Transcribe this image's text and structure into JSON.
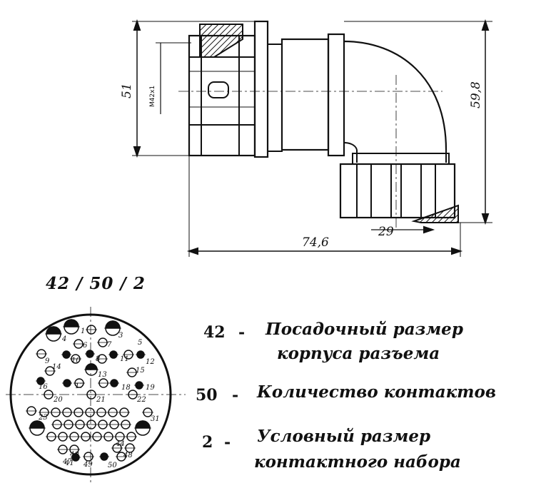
{
  "dimensions": {
    "height_left": "51",
    "thread": "M42x1",
    "height_right": "59,8",
    "width_total": "74,6",
    "width_partial": "29"
  },
  "code": "42 / 50 / 2",
  "legend": [
    {
      "number": "42",
      "dash": "-",
      "line1": "Посадочный размер",
      "line2": "корпуса разъема"
    },
    {
      "number": "50",
      "dash": "-",
      "line1": "Количество контактов",
      "line2": ""
    },
    {
      "number": "2",
      "dash": "-",
      "line1": "Условный размер",
      "line2": "контактного набора"
    }
  ],
  "pin_labels": [
    "1",
    "3",
    "4",
    "5",
    "6",
    "7",
    "8",
    "9",
    "10",
    "11",
    "12",
    "13",
    "14",
    "15",
    "16",
    "17",
    "18",
    "19",
    "20",
    "21",
    "22",
    "23",
    "31",
    "40",
    "41",
    "44",
    "47",
    "48",
    "49",
    "50"
  ]
}
